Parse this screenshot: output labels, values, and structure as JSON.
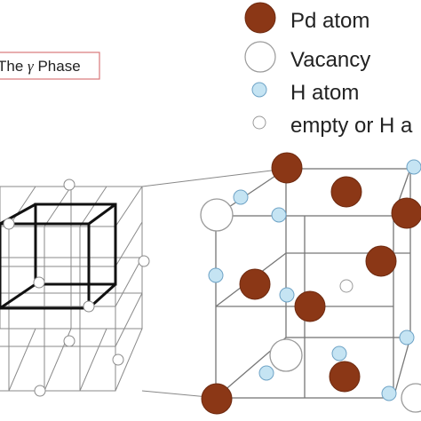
{
  "phase_label": {
    "prefix": "The ",
    "symbol": "γ",
    "suffix": " Phase",
    "border_color": "#d9777a"
  },
  "legend": [
    {
      "label": "Pd atom",
      "kind": "pd-atom",
      "color": "#8b3716"
    },
    {
      "label": "Vacancy",
      "kind": "vacancy",
      "color": "#ffffff"
    },
    {
      "label": "H atom",
      "kind": "h-atom",
      "color": "#c5e4f3"
    },
    {
      "label": "empty or H a",
      "kind": "empty-or-h",
      "color": "#ffffff"
    }
  ],
  "colors": {
    "pd": "#8b3716",
    "h": "#c5e4f3",
    "line": "#777777",
    "bold_line": "#111111"
  }
}
